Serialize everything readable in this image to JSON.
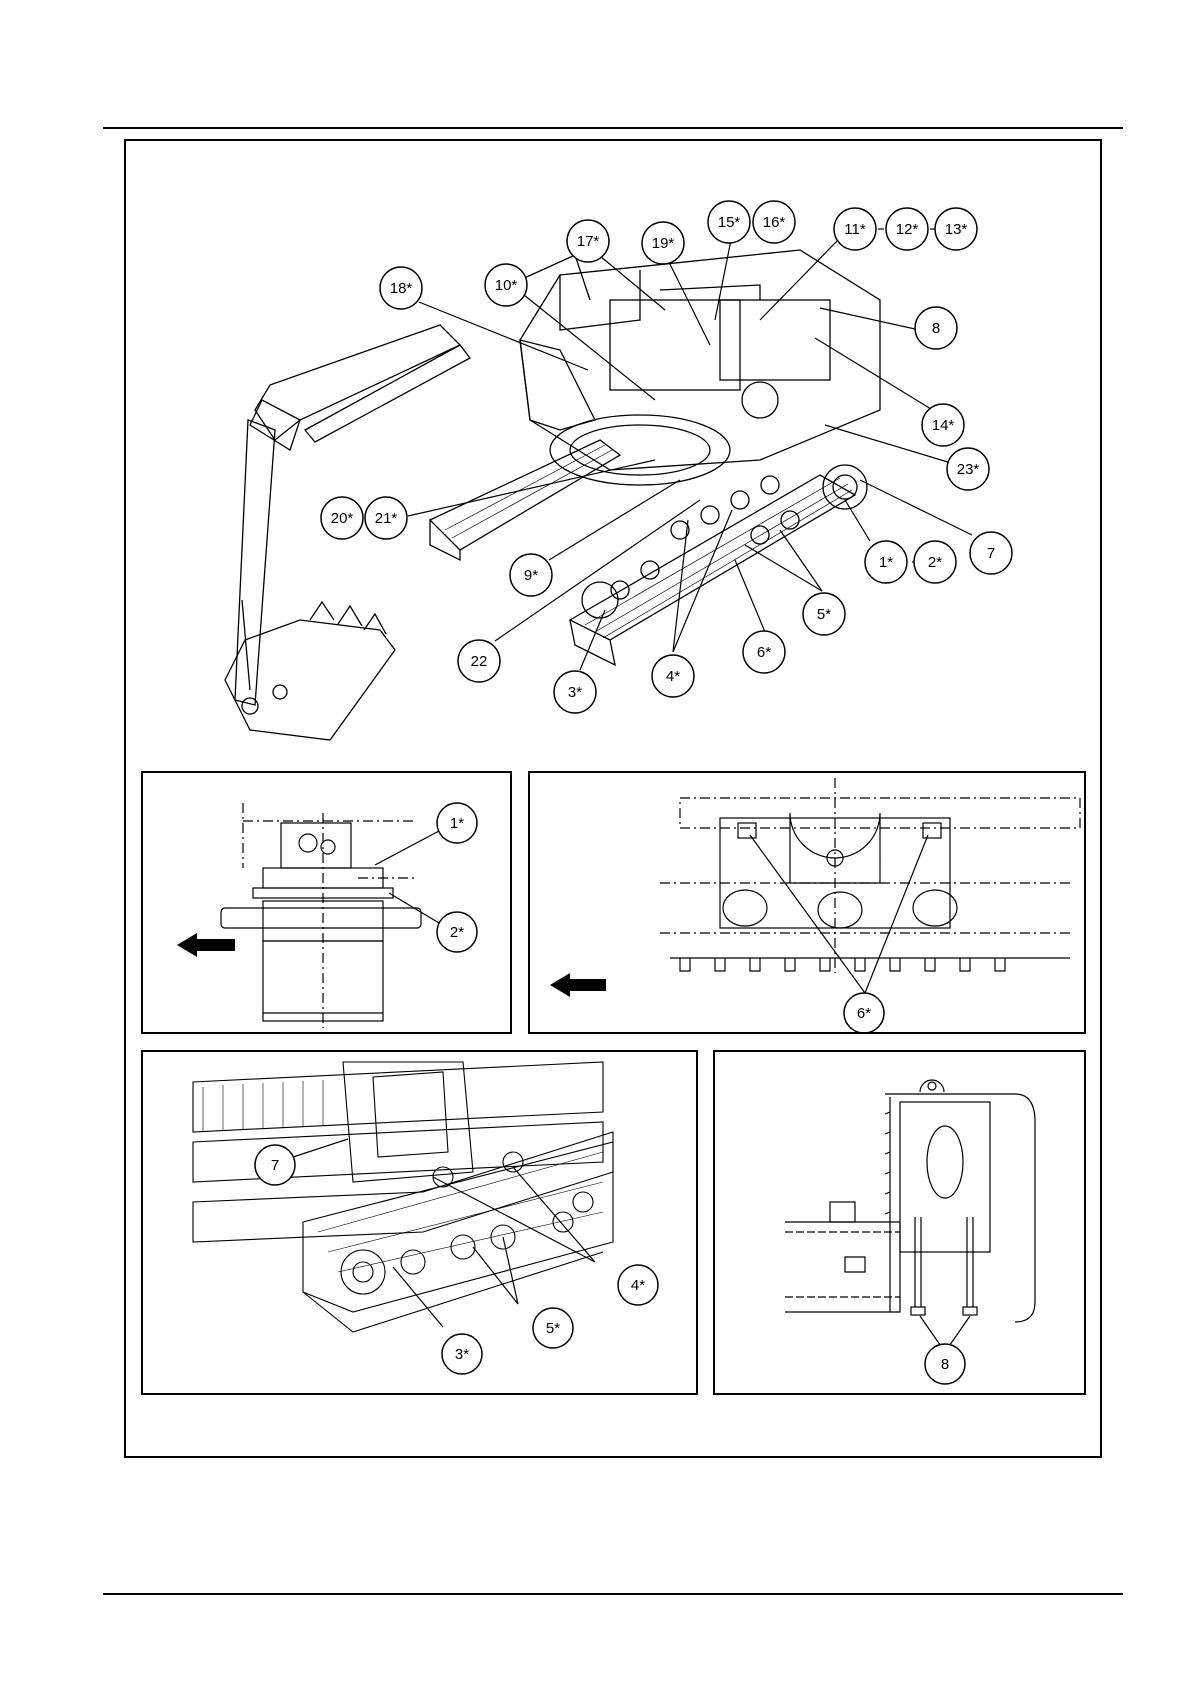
{
  "main_view": {
    "callouts": [
      {
        "id": "c18",
        "label": "18*"
      },
      {
        "id": "c10",
        "label": "10*"
      },
      {
        "id": "c17",
        "label": "17*"
      },
      {
        "id": "c19",
        "label": "19*"
      },
      {
        "id": "c15",
        "label": "15*"
      },
      {
        "id": "c16",
        "label": "16*"
      },
      {
        "id": "c11",
        "label": "11*"
      },
      {
        "id": "c12",
        "label": "12*"
      },
      {
        "id": "c13",
        "label": "13*"
      },
      {
        "id": "c8",
        "label": "8"
      },
      {
        "id": "c14",
        "label": "14*"
      },
      {
        "id": "c23",
        "label": "23*"
      },
      {
        "id": "c20",
        "label": "20*"
      },
      {
        "id": "c21",
        "label": "21*"
      },
      {
        "id": "c7",
        "label": "7"
      },
      {
        "id": "c1",
        "label": "1*"
      },
      {
        "id": "c2",
        "label": "2*"
      },
      {
        "id": "c9",
        "label": "9*"
      },
      {
        "id": "c5",
        "label": "5*"
      },
      {
        "id": "c6",
        "label": "6*"
      },
      {
        "id": "c22",
        "label": "22"
      },
      {
        "id": "c4",
        "label": "4*"
      },
      {
        "id": "c3",
        "label": "3*"
      }
    ]
  },
  "detail_travel_motor": {
    "callouts": [
      {
        "id": "d1",
        "label": "1*"
      },
      {
        "id": "d2",
        "label": "2*"
      }
    ]
  },
  "detail_guard": {
    "callouts": [
      {
        "id": "g6",
        "label": "6*"
      }
    ]
  },
  "detail_track": {
    "callouts": [
      {
        "id": "t7",
        "label": "7"
      },
      {
        "id": "t4",
        "label": "4*"
      },
      {
        "id": "t5",
        "label": "5*"
      },
      {
        "id": "t3",
        "label": "3*"
      }
    ]
  },
  "detail_counterweight": {
    "callouts": [
      {
        "id": "w8",
        "label": "8"
      }
    ]
  }
}
